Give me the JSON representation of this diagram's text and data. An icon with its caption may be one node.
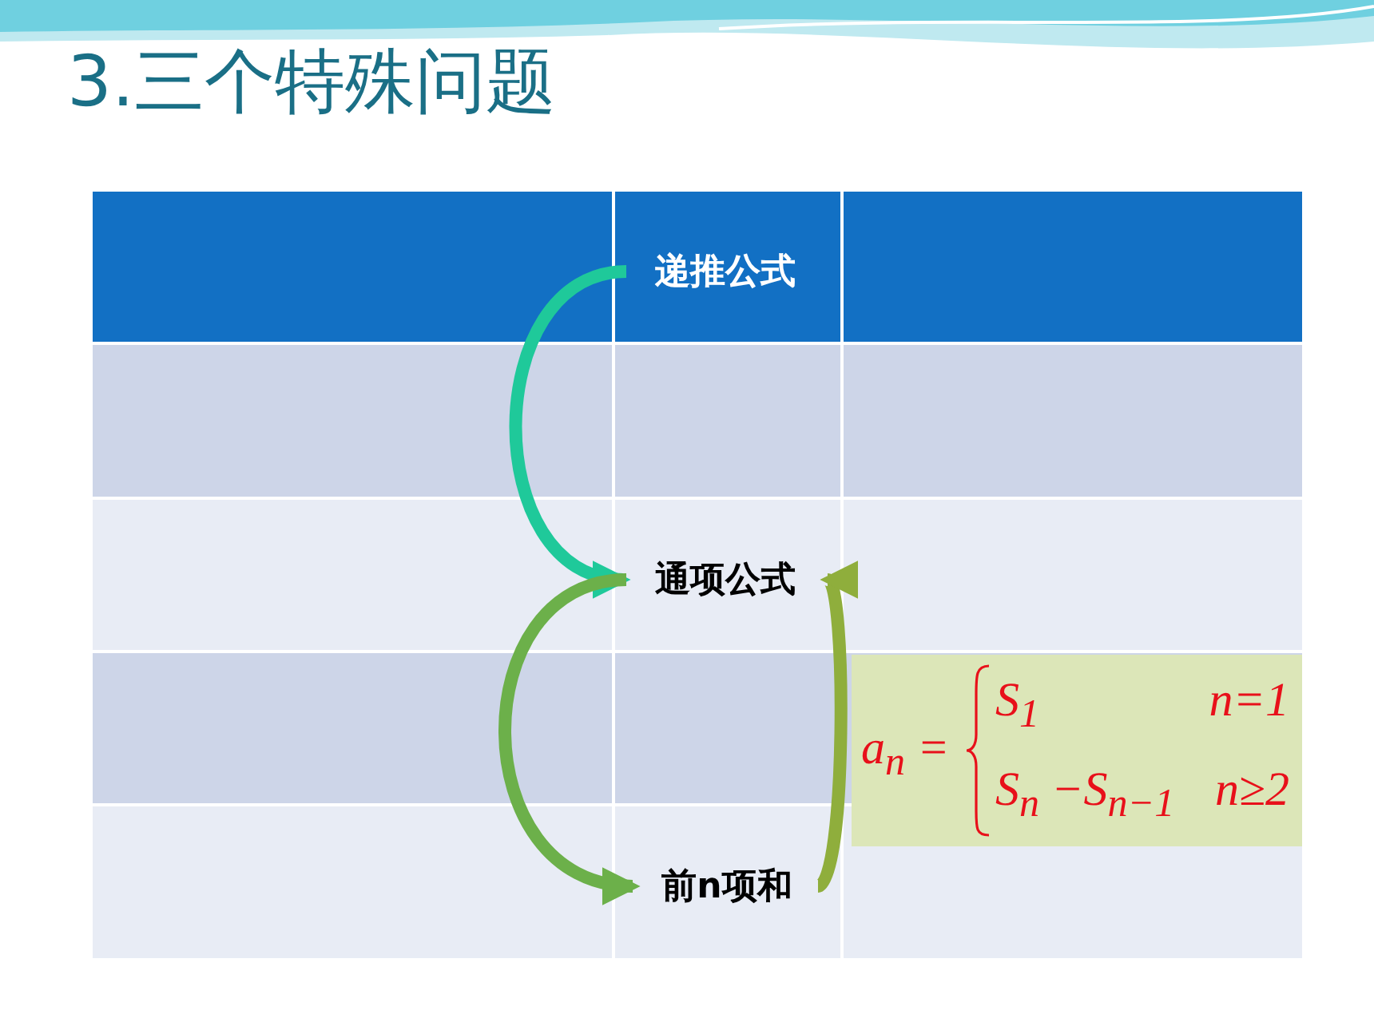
{
  "diagram": {
    "title": "3.三个特殊问题",
    "nodes": [
      {
        "text": [
          "递推公式"
        ]
      },
      {
        "text": [
          "通项公式"
        ]
      },
      {
        "text": [
          "前n项和"
        ]
      },
      {
        "text": [
          "a$_{n}$ =",
          "S$_{1}$",
          "n=1",
          "S$_{n}$ −S$_{n−1}$",
          "n≥2"
        ]
      }
    ],
    "edges": [
      {
        "from": 0,
        "to": 1,
        "arrow": "to",
        "color": "#1fc99a"
      },
      {
        "from": 1,
        "to": 2,
        "arrow": "to",
        "color": "#6cb04a"
      },
      {
        "from": 2,
        "to": 1,
        "arrow": "to",
        "color": "#8fae3c"
      }
    ]
  }
}
